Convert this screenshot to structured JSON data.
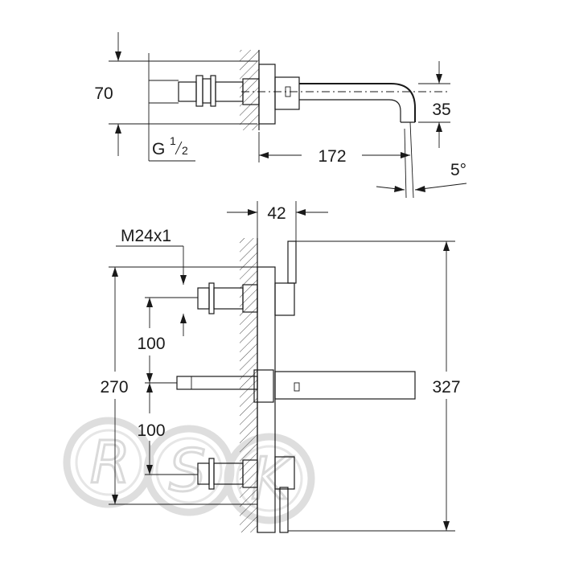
{
  "top_view": {
    "dim_height": "70",
    "thread": "G",
    "thread_num": "1",
    "thread_den": "2",
    "dim_spout_drop": "35",
    "dim_spout_length": "172",
    "dim_angle": "5°"
  },
  "front_view": {
    "dim_depth": "42",
    "thread": "M24x1",
    "dim_upper_spacing": "100",
    "dim_lower_spacing": "100",
    "dim_total_spacing": "270",
    "dim_overall_height": "327"
  },
  "watermark": {
    "letters": [
      "R",
      "S",
      "K"
    ],
    "color": "#dadada"
  }
}
